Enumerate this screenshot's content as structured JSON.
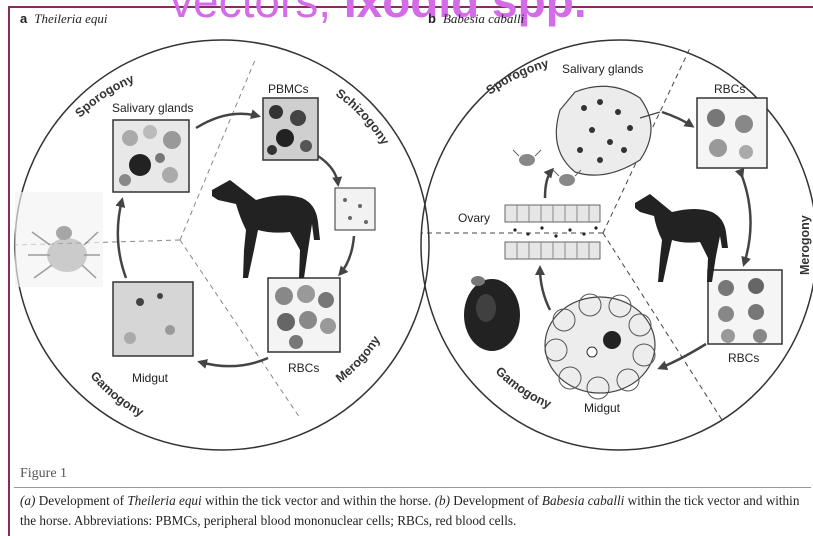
{
  "slide_title": {
    "normal": "vectors, ",
    "bold": "Ixodid spp."
  },
  "panel_a": {
    "letter": "a",
    "organism": "Theileria equi",
    "labels": {
      "sporogony": "Sporogony",
      "salivary_glands": "Salivary glands",
      "pbmcs": "PBMCs",
      "schizogony": "Schizogony",
      "merogony": "Merogony",
      "rbcs": "RBCs",
      "midgut": "Midgut",
      "gamogony": "Gamogony"
    }
  },
  "panel_b": {
    "letter": "b",
    "organism": "Babesia caballi",
    "labels": {
      "sporogony": "Sporogony",
      "salivary_glands": "Salivary glands",
      "rbcs_top": "RBCs",
      "merogony": "Merogony",
      "rbcs_bottom": "RBCs",
      "ovary": "Ovary",
      "midgut": "Midgut",
      "gamogony": "Gamogony"
    }
  },
  "figure": {
    "label": "Figure 1",
    "caption": {
      "a_marker": "(a)",
      "a_text_1": " Development of ",
      "a_species": "Theileria equi",
      "a_text_2": " within the tick vector and within the horse. ",
      "b_marker": "(b)",
      "b_text_1": " Development of ",
      "b_species": "Babesia caballi",
      "b_text_2": " within the tick vector and within the horse. Abbreviations: PBMCs, peripheral blood mononuclear cells; RBCs, red blood cells."
    }
  }
}
